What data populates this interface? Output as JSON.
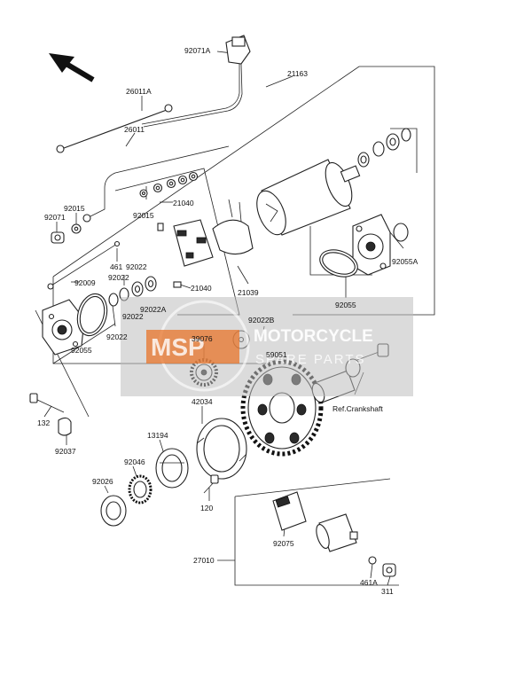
{
  "labels": {
    "p92071A": "92071A",
    "p21163": "21163",
    "p26011A": "26011A",
    "p26011": "26011",
    "p92015a": "92015",
    "p92071": "92071",
    "p92015b": "92015",
    "p21040a": "21040",
    "p461": "461",
    "p92022a": "92022",
    "p92009": "92009",
    "p92022b": "92022",
    "p92022c": "92022",
    "p92022A": "92022A",
    "p21040b": "21040",
    "p21039": "21039",
    "p92022d": "92022",
    "p92055a": "92055",
    "p92055A": "92055A",
    "p92055b": "92055",
    "p92022B": "92022B",
    "p39076": "39076",
    "p59051": "59051",
    "pRef": "Ref.Crankshaft",
    "p132": "132",
    "p92037": "92037",
    "p42034": "42034",
    "p13194": "13194",
    "p92046": "92046",
    "p92026": "92026",
    "p120": "120",
    "p27010": "27010",
    "p92075": "92075",
    "p461A": "461A",
    "p311": "311"
  },
  "watermark": {
    "logo_text": "MSP",
    "line1": "MOTORCYCLE",
    "line2": "SPARE PARTS"
  },
  "colors": {
    "watermark_bg": "#bdbdbd",
    "logo_orange": "#e8742a",
    "line": "#222222"
  }
}
